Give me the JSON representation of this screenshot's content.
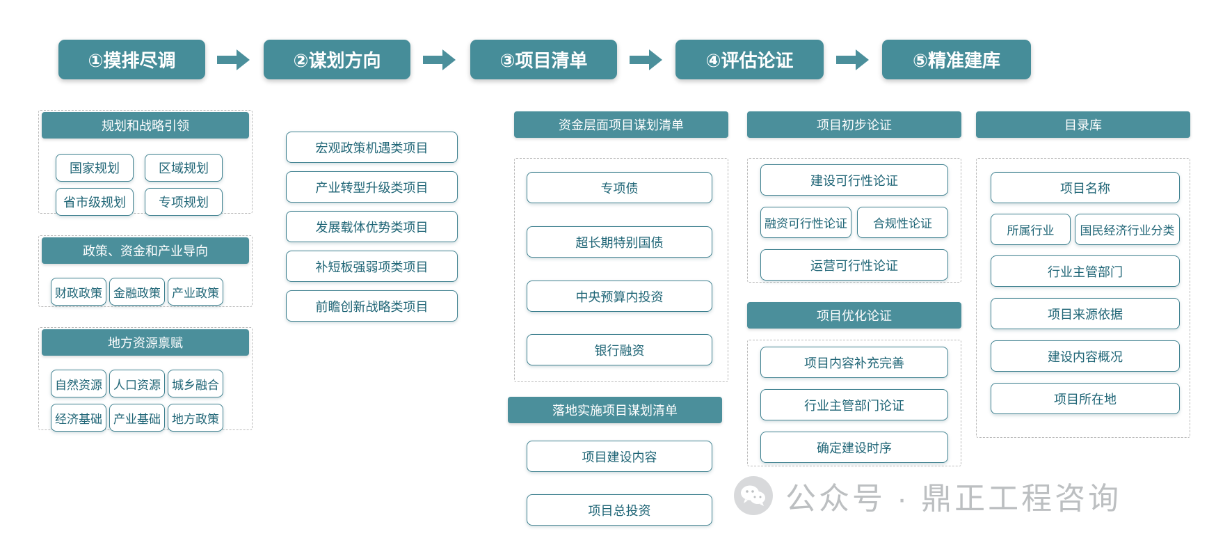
{
  "theme": {
    "teal": "#4b8f9b",
    "teal_dark": "#468d99",
    "box_border": "#3e808f",
    "box_text": "#1f6576",
    "dashed": "#b9b9b9",
    "watermark_color": "#b9bcbe"
  },
  "stages": [
    {
      "label": "①摸排尽调"
    },
    {
      "label": "②谋划方向"
    },
    {
      "label": "③项目清单"
    },
    {
      "label": "④评估论证"
    },
    {
      "label": "⑤精准建库"
    }
  ],
  "arrows": [
    {
      "name": "arrow-1-to-2"
    },
    {
      "name": "arrow-2-to-3"
    },
    {
      "name": "arrow-3-to-4"
    },
    {
      "name": "arrow-4-to-5"
    }
  ],
  "column1": {
    "groups": [
      {
        "header": "规划和战略引领",
        "items": [
          "国家规划",
          "区域规划",
          "省市级规划",
          "专项规划"
        ]
      },
      {
        "header": "政策、资金和产业导向",
        "items": [
          "财政政策",
          "金融政策",
          "产业政策"
        ]
      },
      {
        "header": "地方资源禀赋",
        "items": [
          "自然资源",
          "人口资源",
          "城乡融合",
          "经济基础",
          "产业基础",
          "地方政策"
        ]
      }
    ]
  },
  "column2": {
    "items": [
      "宏观政策机遇类项目",
      "产业转型升级类项目",
      "发展载体优势类项目",
      "补短板强弱项类项目",
      "前瞻创新战略类项目"
    ]
  },
  "column3": {
    "groups": [
      {
        "header": "资金层面项目谋划清单",
        "items": [
          "专项债",
          "超长期特别国债",
          "中央预算内投资",
          "银行融资"
        ]
      },
      {
        "header": "落地实施项目谋划清单",
        "items": [
          "项目建设内容",
          "项目总投资"
        ]
      }
    ]
  },
  "column4": {
    "groups": [
      {
        "header": "项目初步论证",
        "items": [
          "建设可行性论证",
          "融资可行性论证",
          "合规性论证",
          "运营可行性论证"
        ]
      },
      {
        "header": "项目优化论证",
        "items": [
          "项目内容补充完善",
          "行业主管部门论证",
          "确定建设时序"
        ]
      }
    ]
  },
  "column5": {
    "groups": [
      {
        "header": "目录库",
        "items": [
          "项目名称",
          "所属行业",
          "国民经济行业分类",
          "行业主管部门",
          "项目来源依据",
          "建设内容概况",
          "项目所在地"
        ]
      }
    ]
  },
  "watermark": {
    "icon": "wechat-icon",
    "text": "公众号 · 鼎正工程咨询"
  }
}
